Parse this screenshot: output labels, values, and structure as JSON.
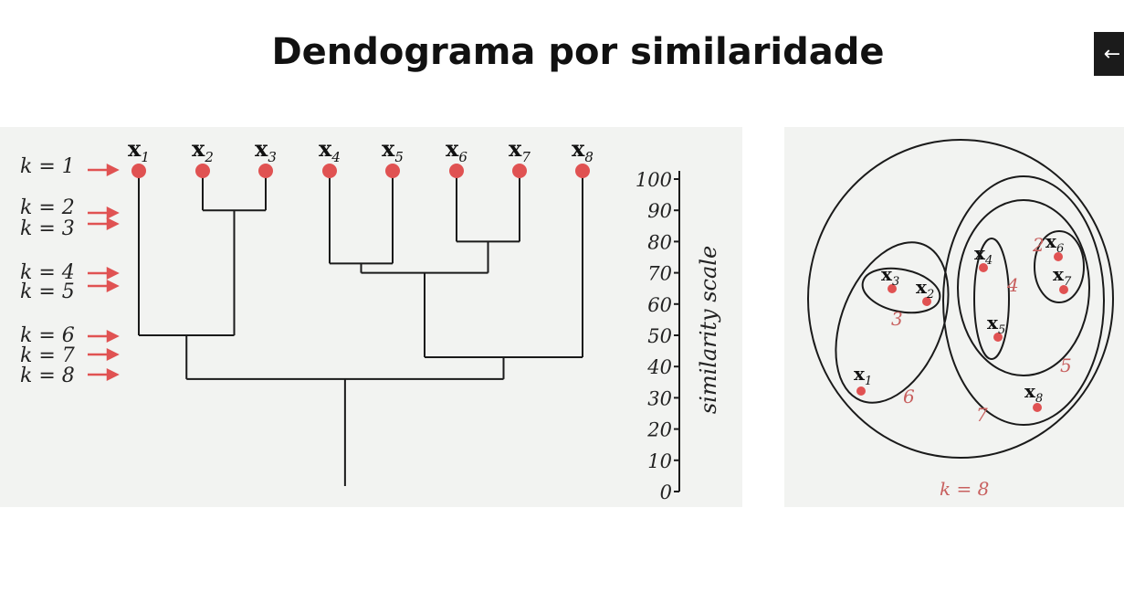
{
  "title": "Dendograma por similaridade",
  "nav": {
    "icon": "arrow-left-icon",
    "glyph": "←"
  },
  "colors": {
    "point": "#e05252",
    "accent": "#c8605f",
    "line": "#1a1a1a",
    "panel": "#f2f3f1"
  },
  "dendrogram": {
    "points": [
      {
        "base": "x",
        "sub": "1"
      },
      {
        "base": "x",
        "sub": "2"
      },
      {
        "base": "x",
        "sub": "3"
      },
      {
        "base": "x",
        "sub": "4"
      },
      {
        "base": "x",
        "sub": "5"
      },
      {
        "base": "x",
        "sub": "6"
      },
      {
        "base": "x",
        "sub": "7"
      },
      {
        "base": "x",
        "sub": "8"
      }
    ],
    "levels": [
      "k = 1",
      "k = 2",
      "k = 3",
      "k = 4",
      "k = 5",
      "k = 6",
      "k = 7",
      "k = 8"
    ],
    "merges": [
      {
        "a": [
          1
        ],
        "b": [
          2
        ],
        "similarity": 90
      },
      {
        "a": [
          5
        ],
        "b": [
          6
        ],
        "similarity": 80
      },
      {
        "a": [
          3
        ],
        "b": [
          4
        ],
        "similarity": 73
      },
      {
        "a": [
          3,
          4
        ],
        "b": [
          5,
          6
        ],
        "similarity": 70
      },
      {
        "a": [
          0
        ],
        "b": [
          1,
          2
        ],
        "similarity": 50
      },
      {
        "a": [
          3,
          4,
          5,
          6
        ],
        "b": [
          7
        ],
        "similarity": 43
      },
      {
        "a": [
          0,
          1,
          2
        ],
        "b": [
          3,
          4,
          5,
          6,
          7
        ],
        "similarity": 36
      }
    ],
    "scale": {
      "label": "similarity scale",
      "ticks": [
        "100",
        "90",
        "80",
        "70",
        "60",
        "50",
        "40",
        "30",
        "20",
        "10",
        "0"
      ]
    }
  },
  "venn": {
    "points": [
      {
        "base": "x",
        "sub": "1"
      },
      {
        "base": "x",
        "sub": "2"
      },
      {
        "base": "x",
        "sub": "3"
      },
      {
        "base": "x",
        "sub": "4"
      },
      {
        "base": "x",
        "sub": "5"
      },
      {
        "base": "x",
        "sub": "6"
      },
      {
        "base": "x",
        "sub": "7"
      },
      {
        "base": "x",
        "sub": "8"
      }
    ],
    "cluster_labels": [
      "2",
      "3",
      "4",
      "5",
      "6",
      "7"
    ],
    "outer_label": "k = 8"
  }
}
